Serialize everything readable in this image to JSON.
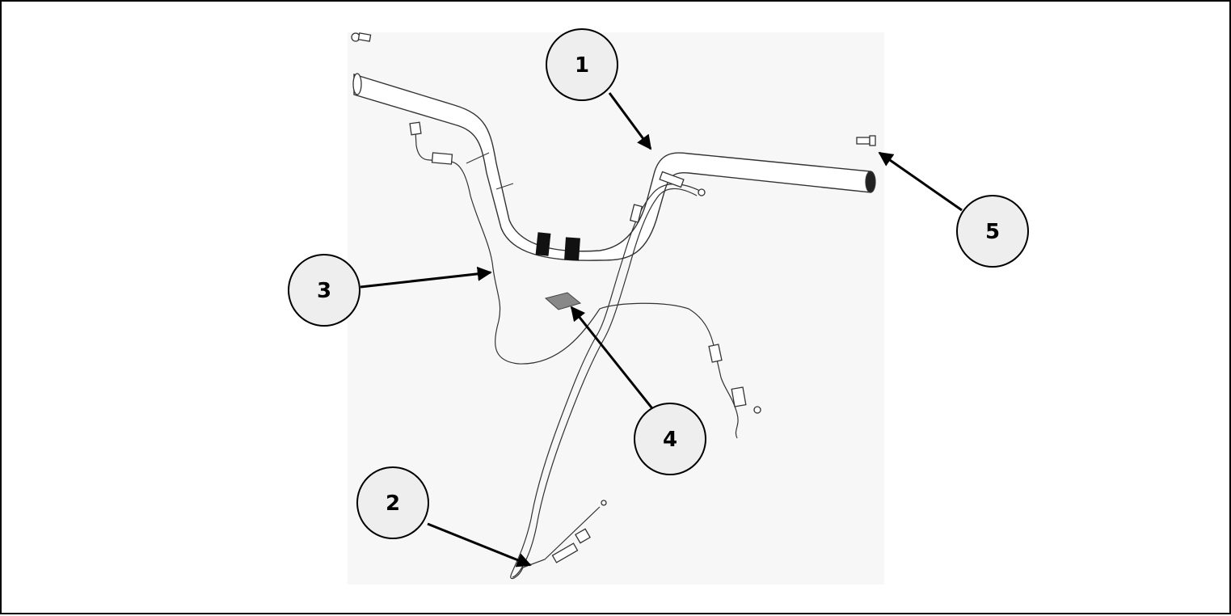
{
  "figure": {
    "callouts": [
      {
        "label": "1",
        "part": "handlebar"
      },
      {
        "label": "2",
        "part": "clutch-cable"
      },
      {
        "label": "3",
        "part": "throttle-cable"
      },
      {
        "label": "4",
        "part": "label"
      },
      {
        "label": "5",
        "part": "bolt"
      }
    ],
    "colors": {
      "callout_fill": "#eeeeee",
      "line": "#000000",
      "backdrop": "#f7f7f7"
    }
  }
}
